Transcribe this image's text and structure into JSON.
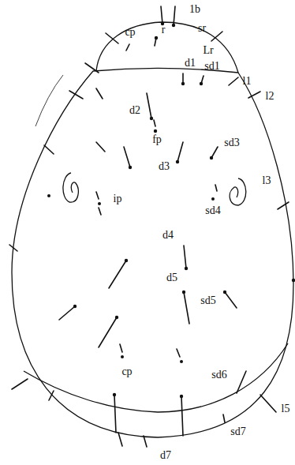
{
  "diagram": {
    "labels": [
      "1b",
      "sr",
      "r",
      "cp",
      "Lr",
      "d1",
      "sd1",
      "l1",
      "l2",
      "d2",
      "fp",
      "sd3",
      "d3",
      "l3",
      "ip",
      "sd4",
      "d4",
      "d5",
      "sd5",
      "cp",
      "sd6",
      "l5",
      "sd7",
      "d7"
    ]
  }
}
